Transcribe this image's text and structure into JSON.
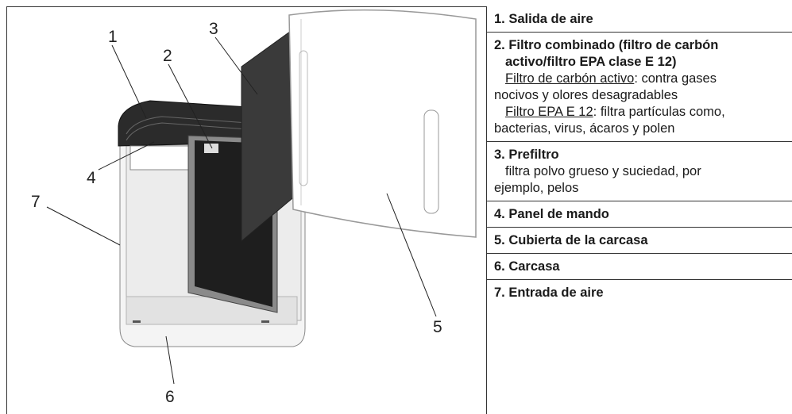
{
  "callouts": {
    "c1": "1",
    "c2": "2",
    "c3": "3",
    "c4": "4",
    "c5": "5",
    "c6": "6",
    "c7": "7"
  },
  "legend": {
    "item1": {
      "title": "1. Salida de aire"
    },
    "item2": {
      "title_line1": "2. Filtro combinado (filtro de carbón",
      "title_line2": "activo/filtro EPA clase E 12)",
      "sub1_label": "Filtro de carbón activo",
      "sub1_text_a": ": contra gases",
      "sub1_text_b": "nocivos y olores desagradables",
      "sub2_label": "Filtro EPA E 12",
      "sub2_text_a": ": filtra partículas como,",
      "sub2_text_b": "bacterias, virus, ácaros y polen"
    },
    "item3": {
      "title": "3. Prefiltro",
      "line1": "filtra polvo grueso y suciedad, por",
      "line2": "ejemplo, pelos"
    },
    "item4": {
      "title": "4. Panel de mando"
    },
    "item5": {
      "title": "5. Cubierta de la carcasa"
    },
    "item6": {
      "title": "6. Carcasa"
    },
    "item7": {
      "title": "7. Entrada de aire"
    }
  }
}
